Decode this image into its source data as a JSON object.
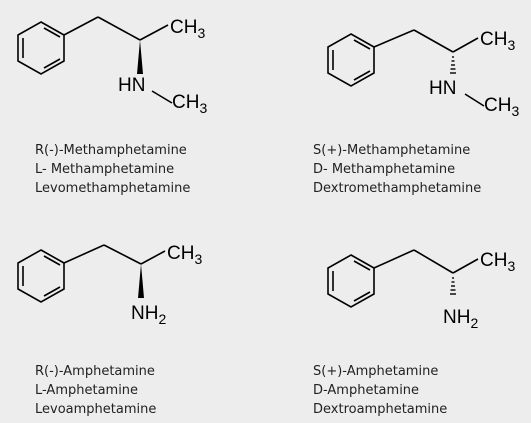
{
  "colors": {
    "background": "#ededed",
    "bond": "#000000",
    "text": "#222222"
  },
  "molecules": [
    {
      "id": "r-methamphetamine",
      "stereo": "wedge",
      "amine": "methylamino",
      "labels": {
        "methyl_top": "CH",
        "methyl_top_sub": "3",
        "nitrogen": "HN",
        "methyl_n": "CH",
        "methyl_n_sub": "3"
      },
      "names": [
        "R(-)-Methamphetamine",
        "L- Methamphetamine",
        "Levomethamphetamine"
      ]
    },
    {
      "id": "s-methamphetamine",
      "stereo": "hash",
      "amine": "methylamino",
      "labels": {
        "methyl_top": "CH",
        "methyl_top_sub": "3",
        "nitrogen": "HN",
        "methyl_n": "CH",
        "methyl_n_sub": "3"
      },
      "names": [
        "S(+)-Methamphetamine",
        "D- Methamphetamine",
        "Dextromethamphetamine"
      ]
    },
    {
      "id": "r-amphetamine",
      "stereo": "wedge",
      "amine": "amino",
      "labels": {
        "methyl_top": "CH",
        "methyl_top_sub": "3",
        "nitrogen": "NH",
        "nitrogen_sub": "2"
      },
      "names": [
        "R(-)-Amphetamine",
        "L-Amphetamine",
        "Levoamphetamine"
      ]
    },
    {
      "id": "s-amphetamine",
      "stereo": "hash",
      "amine": "amino",
      "labels": {
        "methyl_top": "CH",
        "methyl_top_sub": "3",
        "nitrogen": "NH",
        "nitrogen_sub": "2"
      },
      "names": [
        "S(+)-Amphetamine",
        "D-Amphetamine",
        "Dextroamphetamine"
      ]
    }
  ]
}
